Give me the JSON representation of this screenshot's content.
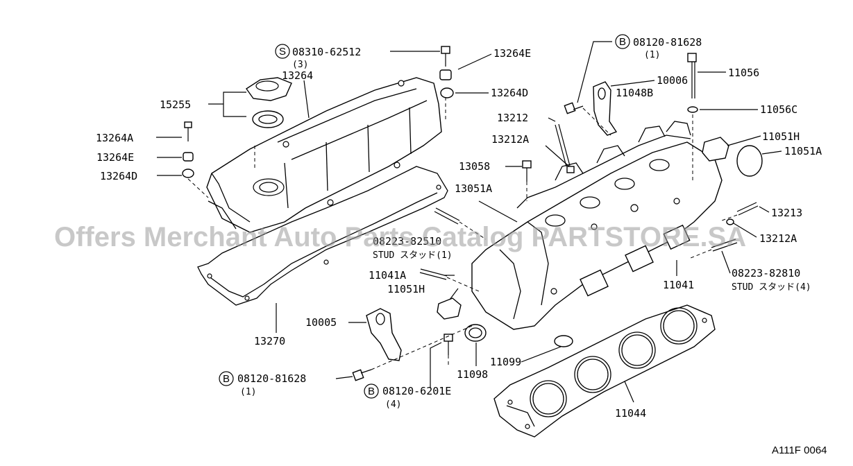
{
  "labels": {
    "p_08310_62512": "08310-62512",
    "p_08310_qty": "(3)",
    "p_13264": "13264",
    "p_13264E_top": "13264E",
    "p_13264D_top": "13264D",
    "p_15255": "15255",
    "p_13264A": "13264A",
    "p_13264E_left": "13264E",
    "p_13264D_left": "13264D",
    "p_13270": "13270",
    "p_08120_81628_top": "08120-81628",
    "p_08120_81628_top_qty": "(1)",
    "p_10006": "10006",
    "p_11048B": "11048B",
    "p_11056": "11056",
    "p_11056C": "11056C",
    "p_13212": "13212",
    "p_13212A_top": "13212A",
    "p_11051H_top": "11051H",
    "p_11051A": "11051A",
    "p_13058": "13058",
    "p_13051A": "13051A",
    "p_13213": "13213",
    "p_13212A_right": "13212A",
    "p_08223_82510": "08223-82510",
    "p_stud_1": "STUD スタッド(1)",
    "p_08223_82810": "08223-82810",
    "p_stud_4": "STUD スタッド(4)",
    "p_11041A": "11041A",
    "p_11051H_mid": "11051H",
    "p_11041": "11041",
    "p_10005": "10005",
    "p_11099": "11099",
    "p_11098": "11098",
    "p_08120_81628_bot": "08120-81628",
    "p_08120_81628_bot_qty": "(1)",
    "p_08120_6201E": "08120-6201E",
    "p_08120_6201E_qty": "(4)",
    "p_11044": "11044"
  },
  "markers": {
    "S": "S",
    "B": "B"
  },
  "figure_code": "A111F 0064",
  "watermark": "Offers Merchant Auto Parts Catalog PARTSTORE.SA"
}
